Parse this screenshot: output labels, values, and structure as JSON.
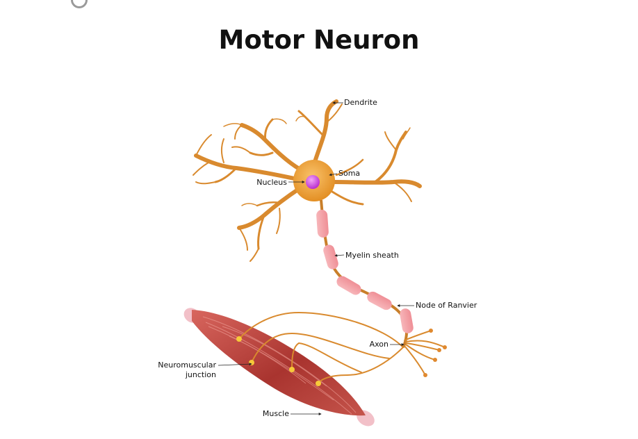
{
  "title": "Motor Neuron",
  "labels": {
    "dendrite": "Dendrite",
    "soma": "Soma",
    "nucleus": "Nucleus",
    "myelin_sheath": "Myelin sheath",
    "node_of_ranvier": "Node of Ranvier",
    "axon": "Axon",
    "neuromuscular_line1": "Neuromuscular",
    "neuromuscular_line2": "junction",
    "muscle": "Muscle"
  },
  "colors": {
    "neuron": "#d98a2e",
    "soma": "#f2a838",
    "nucleus": "#d64be0",
    "myelin": "#f4a3a8",
    "muscle": "#b8443c",
    "tendon": "#f2c0c8",
    "junction": "#f7c93a"
  }
}
